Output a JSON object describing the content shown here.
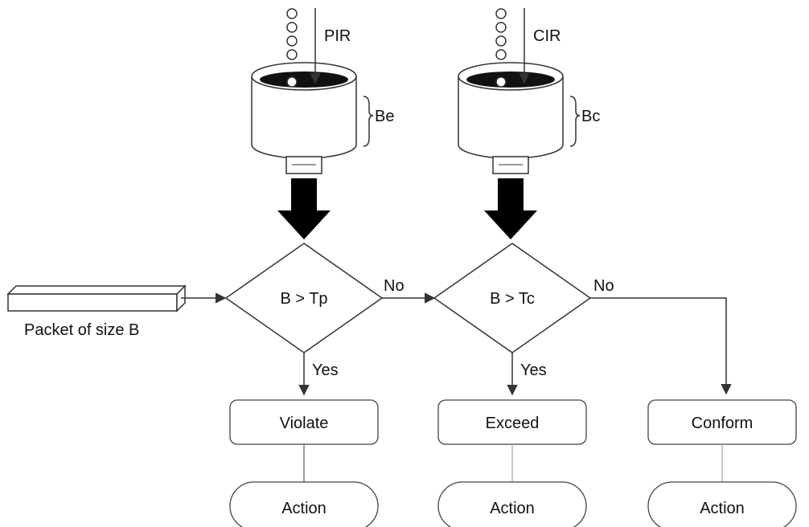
{
  "buckets": {
    "peak": {
      "rate_label": "PIR",
      "size_label": "Be"
    },
    "committed": {
      "rate_label": "CIR",
      "size_label": "Bc"
    }
  },
  "packet": {
    "label": "Packet of size B"
  },
  "decisions": {
    "peak": {
      "label": "B > Tp",
      "no_label": "No",
      "yes_label": "Yes"
    },
    "committed": {
      "label": "B > Tc",
      "no_label": "No",
      "yes_label": "Yes"
    }
  },
  "outcomes": {
    "violate": {
      "label": "Violate",
      "action_label": "Action"
    },
    "exceed": {
      "label": "Exceed",
      "action_label": "Action"
    },
    "conform": {
      "label": "Conform",
      "action_label": "Action"
    }
  },
  "colors": {
    "stroke": "#333333",
    "fill_dark": "#000000",
    "bucket_top": "#111111"
  }
}
